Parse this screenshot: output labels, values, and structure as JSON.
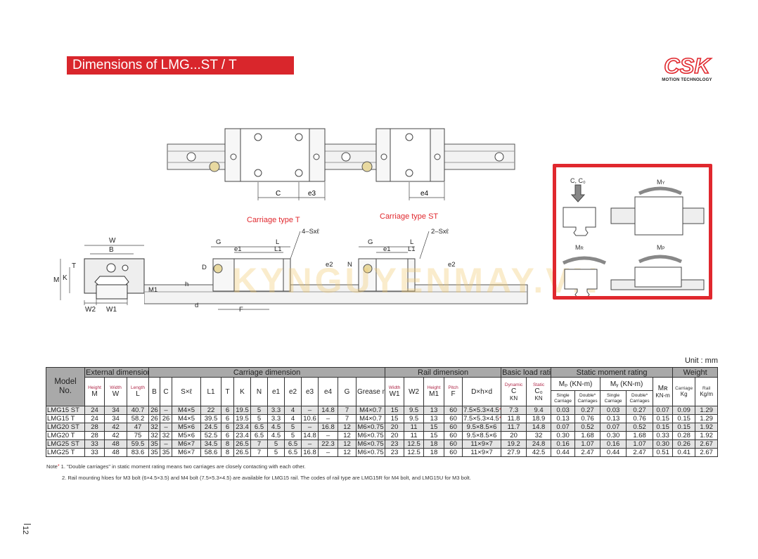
{
  "title": "Dimensions of LMG...ST / T",
  "logo": {
    "text": "CSK",
    "subtitle": "MOTION TECHNOLOGY",
    "color": "#e0282e"
  },
  "watermark": "KYNGUYENMAY.VN",
  "top_drawing": {
    "labels": {
      "c": "C",
      "e3": "e3",
      "e4": "e4"
    }
  },
  "captions": {
    "type_t": "Carriage type T",
    "type_st": "Carriage type ST"
  },
  "end_drawing": {
    "labels": {
      "w": "W",
      "b": "B",
      "t": "T",
      "m": "M",
      "k": "K",
      "w2": "W2",
      "w1": "W1"
    }
  },
  "side_drawing": {
    "labels": {
      "g": "G",
      "l": "L",
      "e1": "e1",
      "l1": "L1",
      "holes_t": "4–Sxℓ",
      "holes_st": "2–Sxℓ",
      "d": "D",
      "e2": "e2",
      "n": "N",
      "m1": "M1",
      "h": "h",
      "d_small": "d",
      "f": "F"
    }
  },
  "moment_diagram": {
    "load": "C, C₀",
    "my": "M",
    "my_sub": "Y",
    "mr": "M",
    "mr_sub": "R",
    "mp": "M",
    "mp_sub": "P",
    "border_color": "#e0282e"
  },
  "unit": "Unit : mm",
  "table": {
    "model_header": [
      "Model",
      "No."
    ],
    "groups": [
      "External dimension",
      "Carriage dimension",
      "Rail dimension",
      "Basic load rating",
      "Static moment rating",
      "Weight"
    ],
    "columns": [
      {
        "top": "Height",
        "sym": "M"
      },
      {
        "top": "Width",
        "sym": "W"
      },
      {
        "top": "Length",
        "sym": "L"
      },
      {
        "sym": "B"
      },
      {
        "sym": "C"
      },
      {
        "sym": "S×ℓ"
      },
      {
        "sym": "L1"
      },
      {
        "sym": "T"
      },
      {
        "sym": "K"
      },
      {
        "sym": "N"
      },
      {
        "sym": "e1"
      },
      {
        "sym": "e2"
      },
      {
        "sym": "e3"
      },
      {
        "sym": "e4"
      },
      {
        "sym": "G"
      },
      {
        "sym": "Grease nipple"
      },
      {
        "top": "Width",
        "sym": "W1"
      },
      {
        "sym": "W2"
      },
      {
        "top": "Height",
        "sym": "M1"
      },
      {
        "top": "Pitch",
        "sym": "F"
      },
      {
        "sym": "D×h×d"
      },
      {
        "top": "Dynamic",
        "sym": "C",
        "unit": "KN"
      },
      {
        "top": "Static",
        "sym": "C₀",
        "unit": "KN"
      }
    ],
    "moment_headers": {
      "mp": "Mₚ (KN-m)",
      "my": "Mᵧ (KN-m)",
      "mr": "Mʀ",
      "mr_unit": "KN-m",
      "single": "Single Carriage",
      "double": "Double* Carriages"
    },
    "weight_headers": [
      {
        "top": "Carriage",
        "unit": "Kg"
      },
      {
        "top": "Rail",
        "unit": "Kg/m"
      }
    ],
    "rows": [
      [
        "LMG15 ST",
        "24",
        "34",
        "40.7",
        "26",
        "–",
        "M4×5",
        "22",
        "6",
        "19.5",
        "5",
        "3.3",
        "4",
        "–",
        "14.8",
        "7",
        "M4×0.7",
        "15",
        "9.5",
        "13",
        "60",
        "7.5×5.3×4.5",
        "7.3",
        "9.4",
        "0.03",
        "0.27",
        "0.03",
        "0.27",
        "0.07",
        "0.09",
        "1.29"
      ],
      [
        "LMG15 T",
        "24",
        "34",
        "58.2",
        "26",
        "26",
        "M4×5",
        "39.5",
        "6",
        "19.5",
        "5",
        "3.3",
        "4",
        "10.6",
        "–",
        "7",
        "M4×0.7",
        "15",
        "9.5",
        "13",
        "60",
        "7.5×5.3×4.5",
        "11.8",
        "18.9",
        "0.13",
        "0.76",
        "0.13",
        "0.76",
        "0.15",
        "0.15",
        "1.29"
      ],
      [
        "LMG20 ST",
        "28",
        "42",
        "47",
        "32",
        "–",
        "M5×6",
        "24.5",
        "6",
        "23.4",
        "6.5",
        "4.5",
        "5",
        "–",
        "16.8",
        "12",
        "M6×0.75",
        "20",
        "11",
        "15",
        "60",
        "9.5×8.5×6",
        "11.7",
        "14.8",
        "0.07",
        "0.52",
        "0.07",
        "0.52",
        "0.15",
        "0.15",
        "1.92"
      ],
      [
        "LMG20 T",
        "28",
        "42",
        "75",
        "32",
        "32",
        "M5×6",
        "52.5",
        "6",
        "23.4",
        "6.5",
        "4.5",
        "5",
        "14.8",
        "–",
        "12",
        "M6×0.75",
        "20",
        "11",
        "15",
        "60",
        "9.5×8.5×6",
        "20",
        "32",
        "0.30",
        "1.68",
        "0.30",
        "1.68",
        "0.33",
        "0.28",
        "1.92"
      ],
      [
        "LMG25 ST",
        "33",
        "48",
        "59.5",
        "35",
        "–",
        "M6×7",
        "34.5",
        "8",
        "26.5",
        "7",
        "5",
        "6.5",
        "–",
        "22.3",
        "12",
        "M6×0.75",
        "23",
        "12.5",
        "18",
        "60",
        "11×9×7",
        "19.2",
        "24.8",
        "0.16",
        "1.07",
        "0.16",
        "1.07",
        "0.30",
        "0.26",
        "2.67"
      ],
      [
        "LMG25 T",
        "33",
        "48",
        "83.6",
        "35",
        "35",
        "M6×7",
        "58.6",
        "8",
        "26.5",
        "7",
        "5",
        "6.5",
        "16.8",
        "–",
        "12",
        "M6×0.75",
        "23",
        "12.5",
        "18",
        "60",
        "11×9×7",
        "27.9",
        "42.5",
        "0.44",
        "2.47",
        "0.44",
        "2.47",
        "0.51",
        "0.41",
        "2.67"
      ]
    ],
    "starred_dhd_rows": [
      0,
      1
    ]
  },
  "notes": {
    "label": "Note",
    "mark": "*",
    "items": [
      "1. \"Double carriages\" in static moment rating means two carriages are closely contacting with each other.",
      "2. Rail mounting hloes for M3 bolt (6×4.5×3.5) and M4 bolt (7.5×5.3×4.5) are available for LMG15 rail. The codes of rail type are LMG15R for M4 bolt, and LMG15U for M3 bolt."
    ]
  },
  "page_number": "12"
}
